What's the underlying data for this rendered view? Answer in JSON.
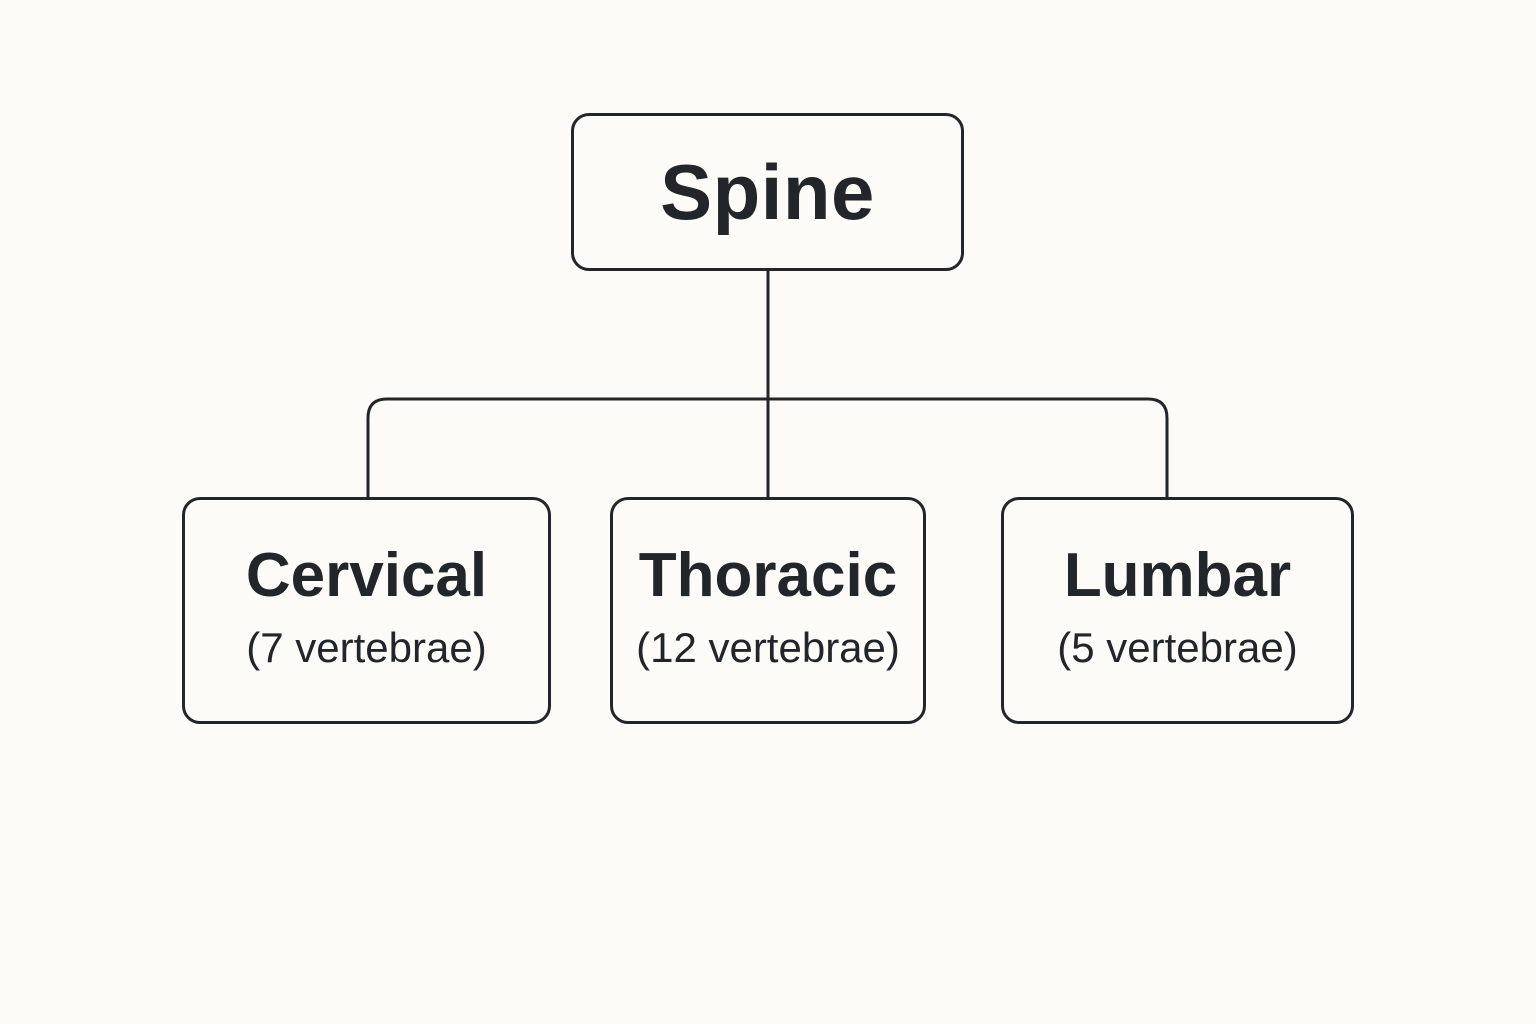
{
  "diagram": {
    "root": {
      "label": "Spine"
    },
    "children": [
      {
        "title": "Cervical",
        "subtitle": "(7 vertebrae)"
      },
      {
        "title": "Thoracic",
        "subtitle": "(12 vertebrae)"
      },
      {
        "title": "Lumbar",
        "subtitle": "(5 vertebrae)"
      }
    ]
  },
  "colors": {
    "background": "#fcfbf7",
    "stroke": "#22252a",
    "text": "#22252a"
  }
}
